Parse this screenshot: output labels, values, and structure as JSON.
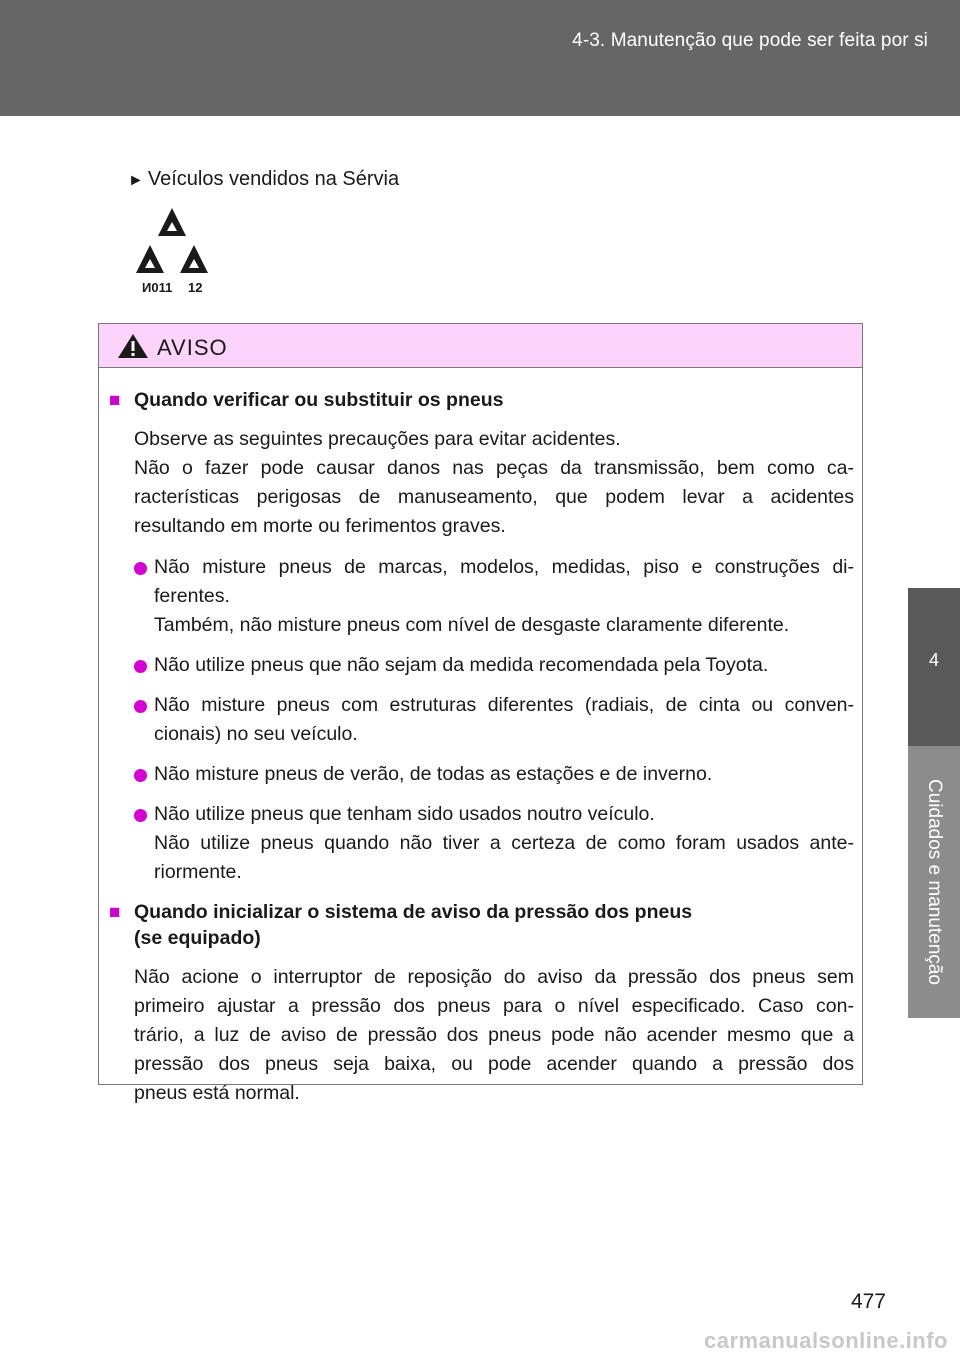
{
  "header": {
    "section_title": "4-3. Manutenção que pode ser feita por si"
  },
  "side_tab": {
    "chapter_number": "4",
    "chapter_title": "Cuidados e manutenção"
  },
  "vehicle_note": {
    "arrow_icon": "right-triangle-icon",
    "text": "Veículos vendidos na Sérvia"
  },
  "approval_mark": {
    "code": "И011",
    "number": "12"
  },
  "warning": {
    "icon": "warning-triangle-icon",
    "title": "AVISO",
    "sections": [
      {
        "heading": "Quando verificar ou substituir os pneus",
        "paragraph_lines": [
          "Observe as seguintes precauções para evitar acidentes.",
          "Não o fazer pode causar danos nas peças da transmissão, bem como ca-",
          "racterísticas perigosas de manuseamento, que podem levar a acidentes",
          "resultando em morte ou ferimentos graves."
        ],
        "bullets": [
          {
            "lines": [
              "Não misture pneus de marcas, modelos, medidas, piso e construções di-",
              "ferentes.",
              "Também, não misture pneus com nível de desgaste claramente diferente."
            ]
          },
          {
            "lines": [
              "Não utilize pneus que não sejam da medida recomendada pela Toyota."
            ]
          },
          {
            "lines": [
              "Não misture pneus com estruturas diferentes (radiais, de cinta ou conven-",
              "cionais) no seu veículo."
            ]
          },
          {
            "lines": [
              "Não misture pneus de verão, de todas as estações e de inverno."
            ]
          },
          {
            "lines": [
              "Não utilize pneus que tenham sido usados noutro veículo.",
              "Não utilize pneus quando não tiver a certeza de como foram usados ante-",
              "riormente."
            ]
          }
        ]
      },
      {
        "heading_line1": "Quando inicializar o sistema de aviso da pressão dos pneus",
        "heading_line2": "(se equipado)",
        "paragraph_lines": [
          "Não acione o interruptor de reposição do aviso da pressão dos pneus sem",
          "primeiro ajustar a pressão dos pneus para o nível especificado. Caso con-",
          "trário, a luz de aviso de pressão dos pneus pode não acender mesmo que a",
          "pressão dos pneus seja baixa, ou pode acender quando a pressão dos",
          "pneus está normal."
        ]
      }
    ]
  },
  "page_number": "477",
  "watermark": "carmanualsonline.info",
  "colors": {
    "header_band": "#666666",
    "side_tab": "#595959",
    "side_strip": "#8c8c8c",
    "warning_header_bg": "#fbd3fb",
    "bullet_magenta": "#d400d4"
  }
}
